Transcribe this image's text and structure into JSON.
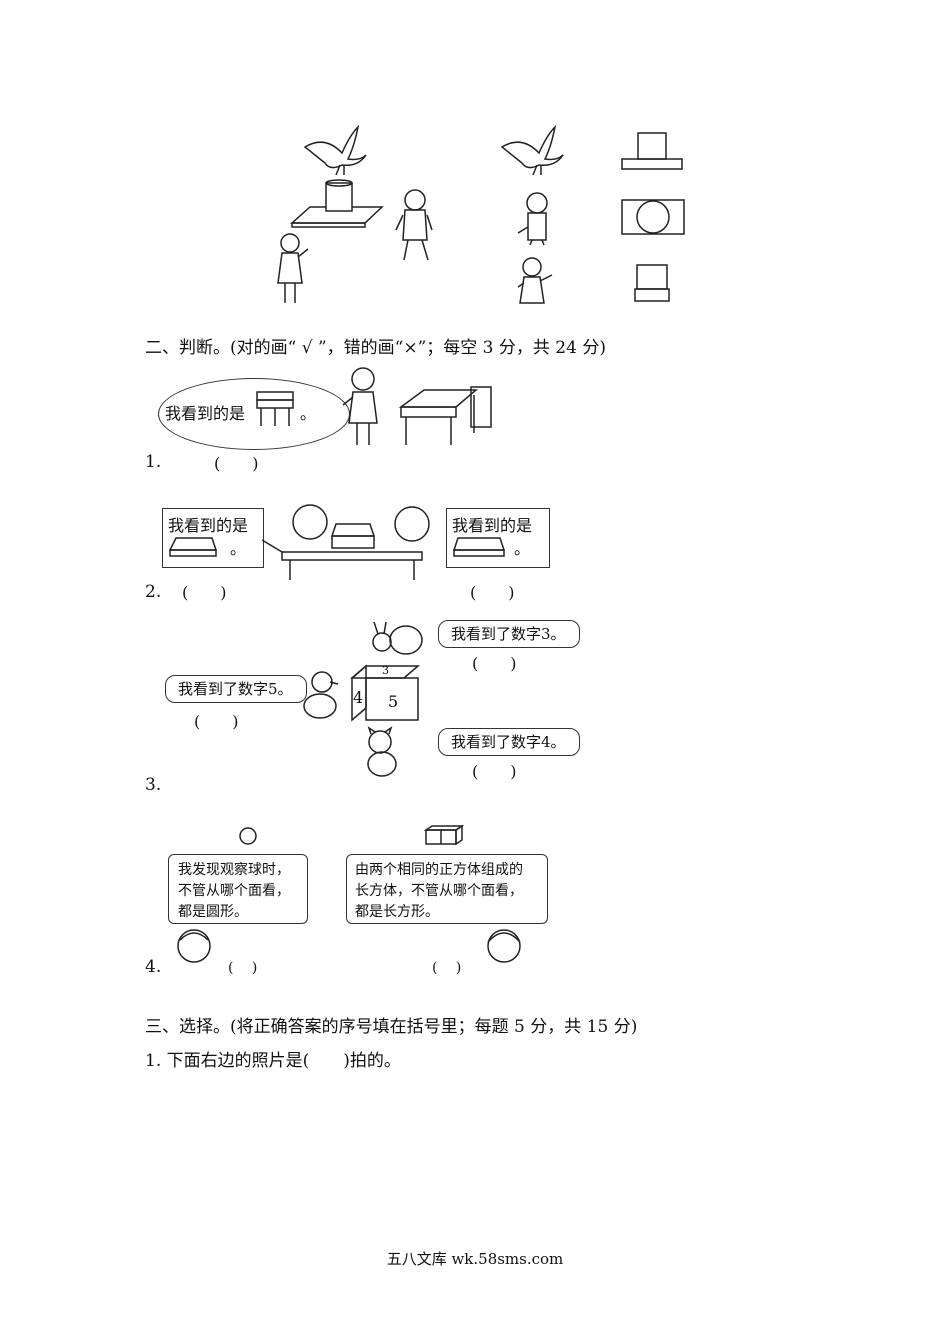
{
  "section2": {
    "heading": "二、判断。(对的画“ √ ”，错的画“×”；每空 3 分，共 24 分)"
  },
  "q1": {
    "number": "1.",
    "bubble_text": "我看到的是",
    "bubble_end": "。",
    "answer": "(　　)"
  },
  "q2": {
    "number": "2.",
    "left_bubble": "我看到的是",
    "left_end": "。",
    "right_bubble": "我看到的是",
    "right_end": "。",
    "answer_left": "(　　)",
    "answer_right": "(　　)"
  },
  "q3": {
    "number": "3.",
    "bee_bubble": "我看到了数字3。",
    "duck_bubble": "我看到了数字5。",
    "cat_bubble": "我看到了数字4。",
    "bee_answer": "(　　)",
    "duck_answer": "(　　)",
    "cat_answer": "(　　)",
    "cube_top": "3",
    "cube_left": "4",
    "cube_front": "5"
  },
  "q4": {
    "number": "4.",
    "left_bubble": [
      "我发现观察球时，",
      "不管从哪个面看，",
      "都是圆形。"
    ],
    "right_bubble": [
      "由两个相同的正方体组成的",
      "长方体，不管从哪个面看，",
      "都是长方形。"
    ],
    "answer_left": "(　 )",
    "answer_right": "(　 )"
  },
  "section3": {
    "heading": "三、选择。(将正确答案的序号填在括号里；每题 5 分，共 15 分)",
    "q1": "1. 下面右边的照片是(　　)拍的。"
  },
  "footer": "五八文库 wk.58sms.com"
}
